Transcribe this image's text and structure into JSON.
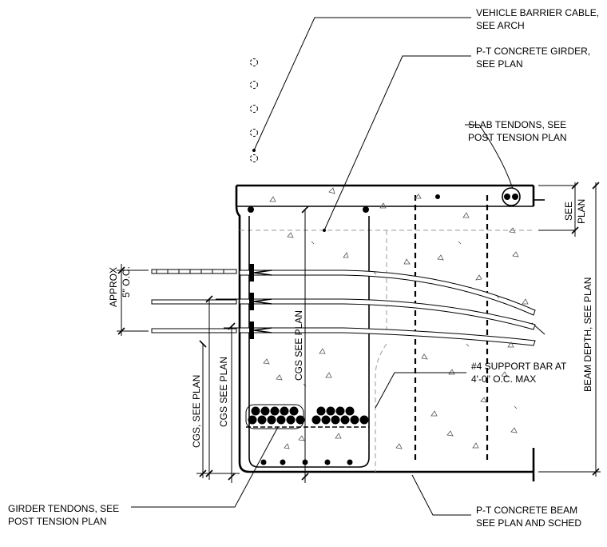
{
  "labels": {
    "vehicle_barrier": [
      "VEHICLE BARRIER CABLE,",
      "SEE ARCH"
    ],
    "pt_girder": [
      "P-T CONCRETE GIRDER,",
      "SEE PLAN"
    ],
    "slab_tendons": [
      "SLAB TENDONS, SEE",
      "POST TENSION PLAN"
    ],
    "support_bar": [
      "#4 SUPPORT BAR AT",
      "4'-0\" O.C. MAX"
    ],
    "girder_tendons": [
      "GIRDER TENDONS, SEE",
      "POST TENSION PLAN"
    ],
    "pt_beam": [
      "P-T CONCRETE BEAM",
      "SEE PLAN AND SCHED"
    ],
    "approx": [
      "APPROX",
      "5\" O.C."
    ],
    "see_plan": [
      "SEE",
      "PLAN"
    ],
    "beam_depth": "BEAM DEPTH, SEE PLAN",
    "cgs_inner": "CGS SEE PLAN",
    "cgs_left1": "CGS, SEE PLAN",
    "cgs_left2": "CGS SEE PLAN"
  }
}
